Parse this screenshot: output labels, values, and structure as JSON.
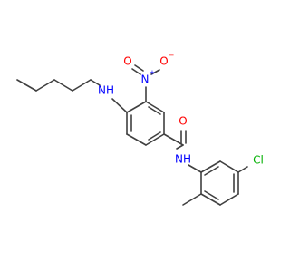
{
  "molecule": {
    "atoms": {
      "amine_nh": "NH",
      "amide_nh": "NH",
      "nitro_n": "N",
      "nitro_plus": "+",
      "nitro_o_dbl": "O",
      "nitro_o_single": "O",
      "nitro_o_minus": "−",
      "carbonyl_o": "O",
      "chlorine": "Cl"
    },
    "colors": {
      "bond": "#404040",
      "carbon": "#404040",
      "nitrogen": "#0000ff",
      "oxygen": "#ff0000",
      "chlorine": "#00b000"
    }
  }
}
